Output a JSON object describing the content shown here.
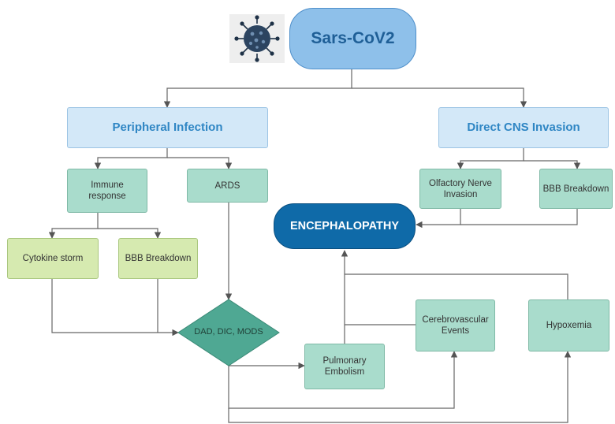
{
  "root": {
    "label": "Sars-CoV2"
  },
  "branches": {
    "peripheral": "Peripheral Infection",
    "cns": "Direct CNS Invasion"
  },
  "peripheral_children": {
    "immune": "Immune\nresponse",
    "ards": "ARDS",
    "cytokine": "Cytokine storm",
    "bbb": "BBB Breakdown"
  },
  "cns_children": {
    "olfactory": "Olfactory Nerve\nInvasion",
    "bbb": "BBB Breakdown"
  },
  "outcome": "ENCEPHALOPATHY",
  "decision": "DAD, DIC, MODS",
  "complications": {
    "pulmonary": "Pulmonary\nEmbolism",
    "cerebro": "Cerebrovascular\nEvents",
    "hypoxemia": "Hypoxemia"
  },
  "colors": {
    "root_fill": "#8ec0ea",
    "branch_fill": "#d3e8f8",
    "teal_fill": "#a9dccc",
    "lime_fill": "#d6eab0",
    "outcome_fill": "#0f6aa8",
    "diamond_fill": "#4fa893",
    "connector": "#555555"
  },
  "icons": {
    "virus": "coronavirus-icon"
  }
}
